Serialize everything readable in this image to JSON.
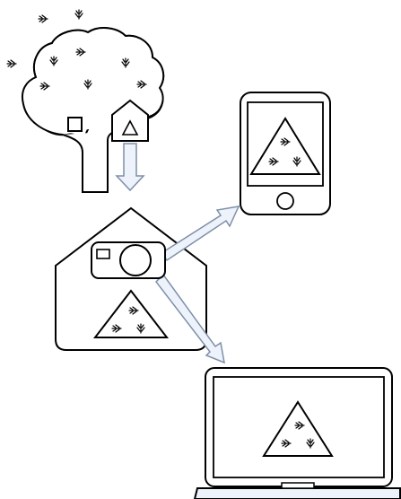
{
  "colors": {
    "stroke": "#000000",
    "fill": "#ffffff",
    "arrow_fill": "#eef3fb",
    "arrow_stroke": "#7e8fa8",
    "laptop_base": "#eef3fb"
  },
  "nodes": [
    {
      "id": "tree-with-hive",
      "icon": "tree-trunk-with-entrance-icon"
    },
    {
      "id": "house-with-camera",
      "icon": "house-camera-icon"
    },
    {
      "id": "smartphone",
      "icon": "phone-icon"
    },
    {
      "id": "laptop",
      "icon": "laptop-icon"
    }
  ],
  "edges": [
    {
      "from": "tree-with-hive",
      "to": "house-with-camera"
    },
    {
      "from": "house-with-camera",
      "to": "smartphone"
    },
    {
      "from": "house-with-camera",
      "to": "laptop"
    }
  ]
}
